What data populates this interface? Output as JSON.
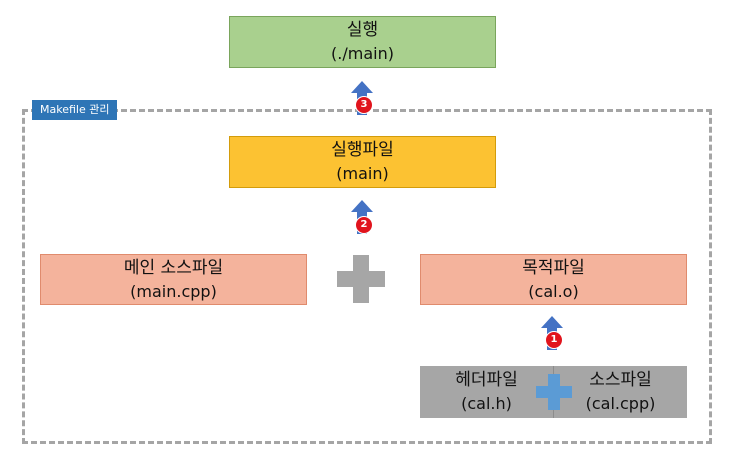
{
  "diagram": {
    "executable": {
      "line1": "실행",
      "line2": "(./main)"
    },
    "makefile_label": "Makefile 관리",
    "executable_file": {
      "line1": "실행파일",
      "line2": "(main)"
    },
    "main_source": {
      "line1": "메인 소스파일",
      "line2": "(main.cpp)"
    },
    "object_file": {
      "line1": "목적파일",
      "line2": "(cal.o)"
    },
    "header_file": {
      "line1": "헤더파일",
      "line2": "(cal.h)"
    },
    "source_file": {
      "line1": "소스파일",
      "line2": "(cal.cpp)"
    },
    "steps": [
      "1",
      "2",
      "3"
    ],
    "icons": [
      "up-arrow-icon",
      "plus-icon"
    ],
    "colors": {
      "executable": "#a9d08e",
      "executable_file": "#fcc232",
      "source_boxes": "#f4b39c",
      "header_source_boxes": "#a6a6a6",
      "makefile_label": "#2e75b6",
      "arrow": "#4472c4",
      "badge": "#e1141d",
      "plus_gray": "#a6a6a6",
      "plus_blue": "#5b9bd5"
    }
  }
}
